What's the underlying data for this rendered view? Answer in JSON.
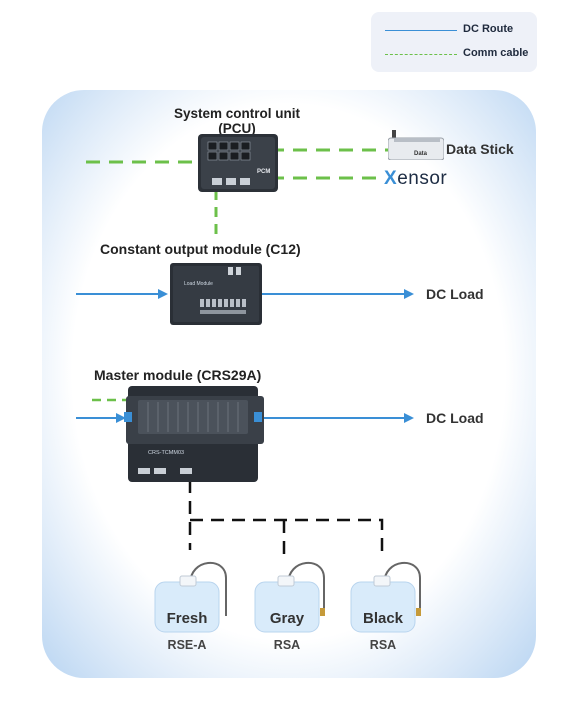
{
  "legend": {
    "dc_route_label": "DC Route",
    "comm_cable_label": "Comm cable",
    "dc_route_color": "#3a8fd6",
    "comm_cable_color": "#6cc04a"
  },
  "pcu": {
    "title_line1": "System control unit",
    "title_line2": "(PCU)",
    "device_text": "PCM"
  },
  "data_stick": {
    "label": "Data Stick",
    "device_text": "Data"
  },
  "xensor": {
    "label_x": "X",
    "label_rest": "ensor"
  },
  "c12": {
    "title": "Constant output module (C12)",
    "device_text": "Load Module",
    "dc_load_label": "DC Load"
  },
  "crs": {
    "title": "Master module (CRS29A)",
    "device_text": "CRS-TCMM03",
    "dc_load_label": "DC Load"
  },
  "tanks": [
    {
      "name": "Fresh",
      "type": "RSE-A"
    },
    {
      "name": "Gray",
      "type": "RSA"
    },
    {
      "name": "Black",
      "type": "RSA"
    }
  ]
}
